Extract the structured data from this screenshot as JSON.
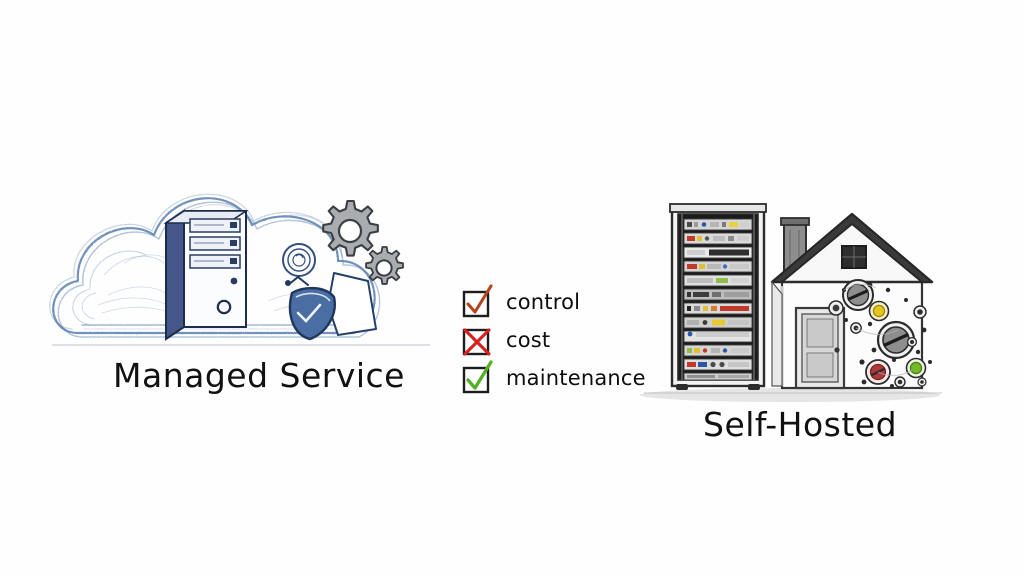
{
  "scene": {
    "title": "Managed Service versus Self-Hosted comparison sketch",
    "background_color": "#fefefe",
    "style": "hand-drawn pencil sketch"
  },
  "left": {
    "caption": "Managed Service",
    "caption_color": "#111111",
    "illustration": {
      "name": "cloud-with-server",
      "cloud_color": "#5a7fb0",
      "elements": [
        {
          "name": "cloud-outline",
          "color": "#5a7fb0"
        },
        {
          "name": "server-tower-icon",
          "color": "#2d3f63",
          "bays": 3
        },
        {
          "name": "gear-large-icon",
          "color": "#8f9499"
        },
        {
          "name": "gear-small-icon",
          "color": "#8f9499"
        },
        {
          "name": "shield-icon",
          "color": "#33507e"
        },
        {
          "name": "lock-icon",
          "color": "#33507e"
        },
        {
          "name": "document-icon",
          "color": "#33507e"
        }
      ]
    }
  },
  "checklist": {
    "name": "comparison-checklist",
    "items": [
      {
        "label": "control",
        "mark": "check",
        "mark_color": "#b5441f",
        "box_color": "#1d1d1d"
      },
      {
        "label": "cost",
        "mark": "cross",
        "mark_color": "#d8201c",
        "box_color": "#1d1d1d"
      },
      {
        "label": "maintenance",
        "mark": "check",
        "mark_color": "#52b024",
        "box_color": "#1d1d1d"
      }
    ]
  },
  "right": {
    "caption": "Self-Hosted",
    "caption_color": "#111111",
    "illustration": {
      "name": "rack-and-house",
      "elements": [
        {
          "name": "server-rack-icon",
          "color": "#2b2b2b",
          "units": 11
        },
        {
          "name": "house-icon",
          "color": "#3a3a3a"
        },
        {
          "name": "chimney-icon",
          "color": "#4a4a4a"
        },
        {
          "name": "attic-window-icon",
          "color": "#2e2e2e"
        },
        {
          "name": "front-door-icon",
          "color": "#6a6a6a"
        },
        {
          "name": "dial-large-icon",
          "color": "#555555"
        },
        {
          "name": "dial-medium-icon",
          "color": "#555555"
        },
        {
          "name": "dial-red-icon",
          "color": "#b03a3a"
        },
        {
          "name": "dial-yellow-icon",
          "color": "#e4c51e"
        },
        {
          "name": "dial-green-icon",
          "color": "#76b82a"
        },
        {
          "name": "ground-shadow",
          "color": "#d8d8d8"
        }
      ]
    }
  }
}
